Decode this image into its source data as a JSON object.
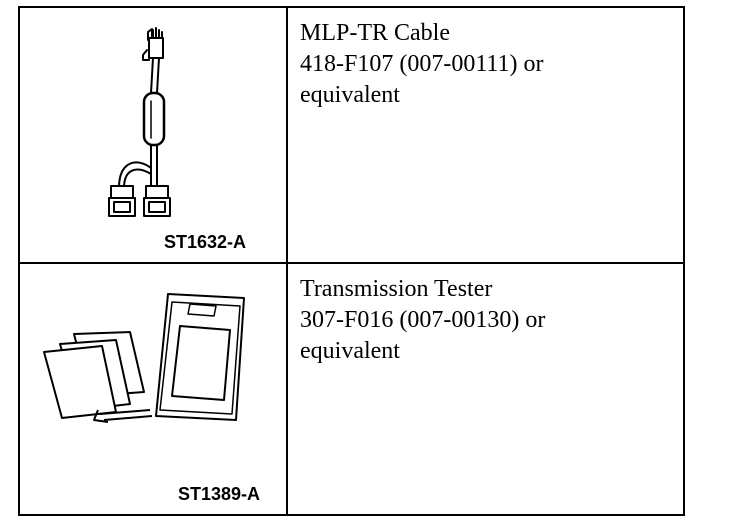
{
  "tools": [
    {
      "name": "MLP-TR Cable",
      "number": "418-F107 (007-00111) or",
      "suffix": "equivalent",
      "code": "ST1632-A",
      "icon": "cable-icon"
    },
    {
      "name": "Transmission Tester",
      "number": "307-F016 (007-00130) or",
      "suffix": "equivalent",
      "code": "ST1389-A",
      "icon": "tester-icon"
    }
  ]
}
